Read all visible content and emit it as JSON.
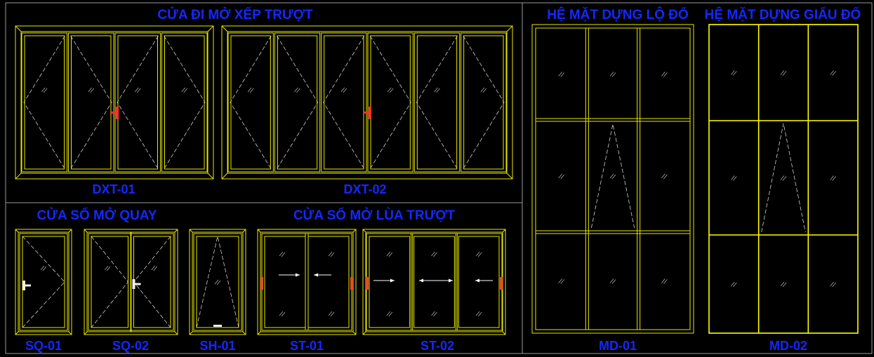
{
  "sections": {
    "folding_doors_title": "CỬA ĐI MỞ XẾP TRƯỢT",
    "casement_windows_title": "CỬA SỔ MỞ QUAY",
    "sliding_windows_title": "CỬA SỔ MỞ LÙA TRƯỢT",
    "exposed_curtain_wall_title": "HỆ MẶT DỰNG LỘ ĐỐ",
    "hidden_curtain_wall_title": "HỆ MẶT DỰNG GIẤU ĐỐ"
  },
  "codes": {
    "dxt01": "DXT-01",
    "dxt02": "DXT-02",
    "sq01": "SQ-01",
    "sq02": "SQ-02",
    "sh01": "SH-01",
    "st01": "ST-01",
    "st02": "ST-02",
    "md01": "MD-01",
    "md02": "MD-02"
  },
  "colors": {
    "background": "#000000",
    "frame": "#e8e800",
    "label": "#1428ff",
    "handle": "#ff3030",
    "divider": "#9a9a9a"
  }
}
